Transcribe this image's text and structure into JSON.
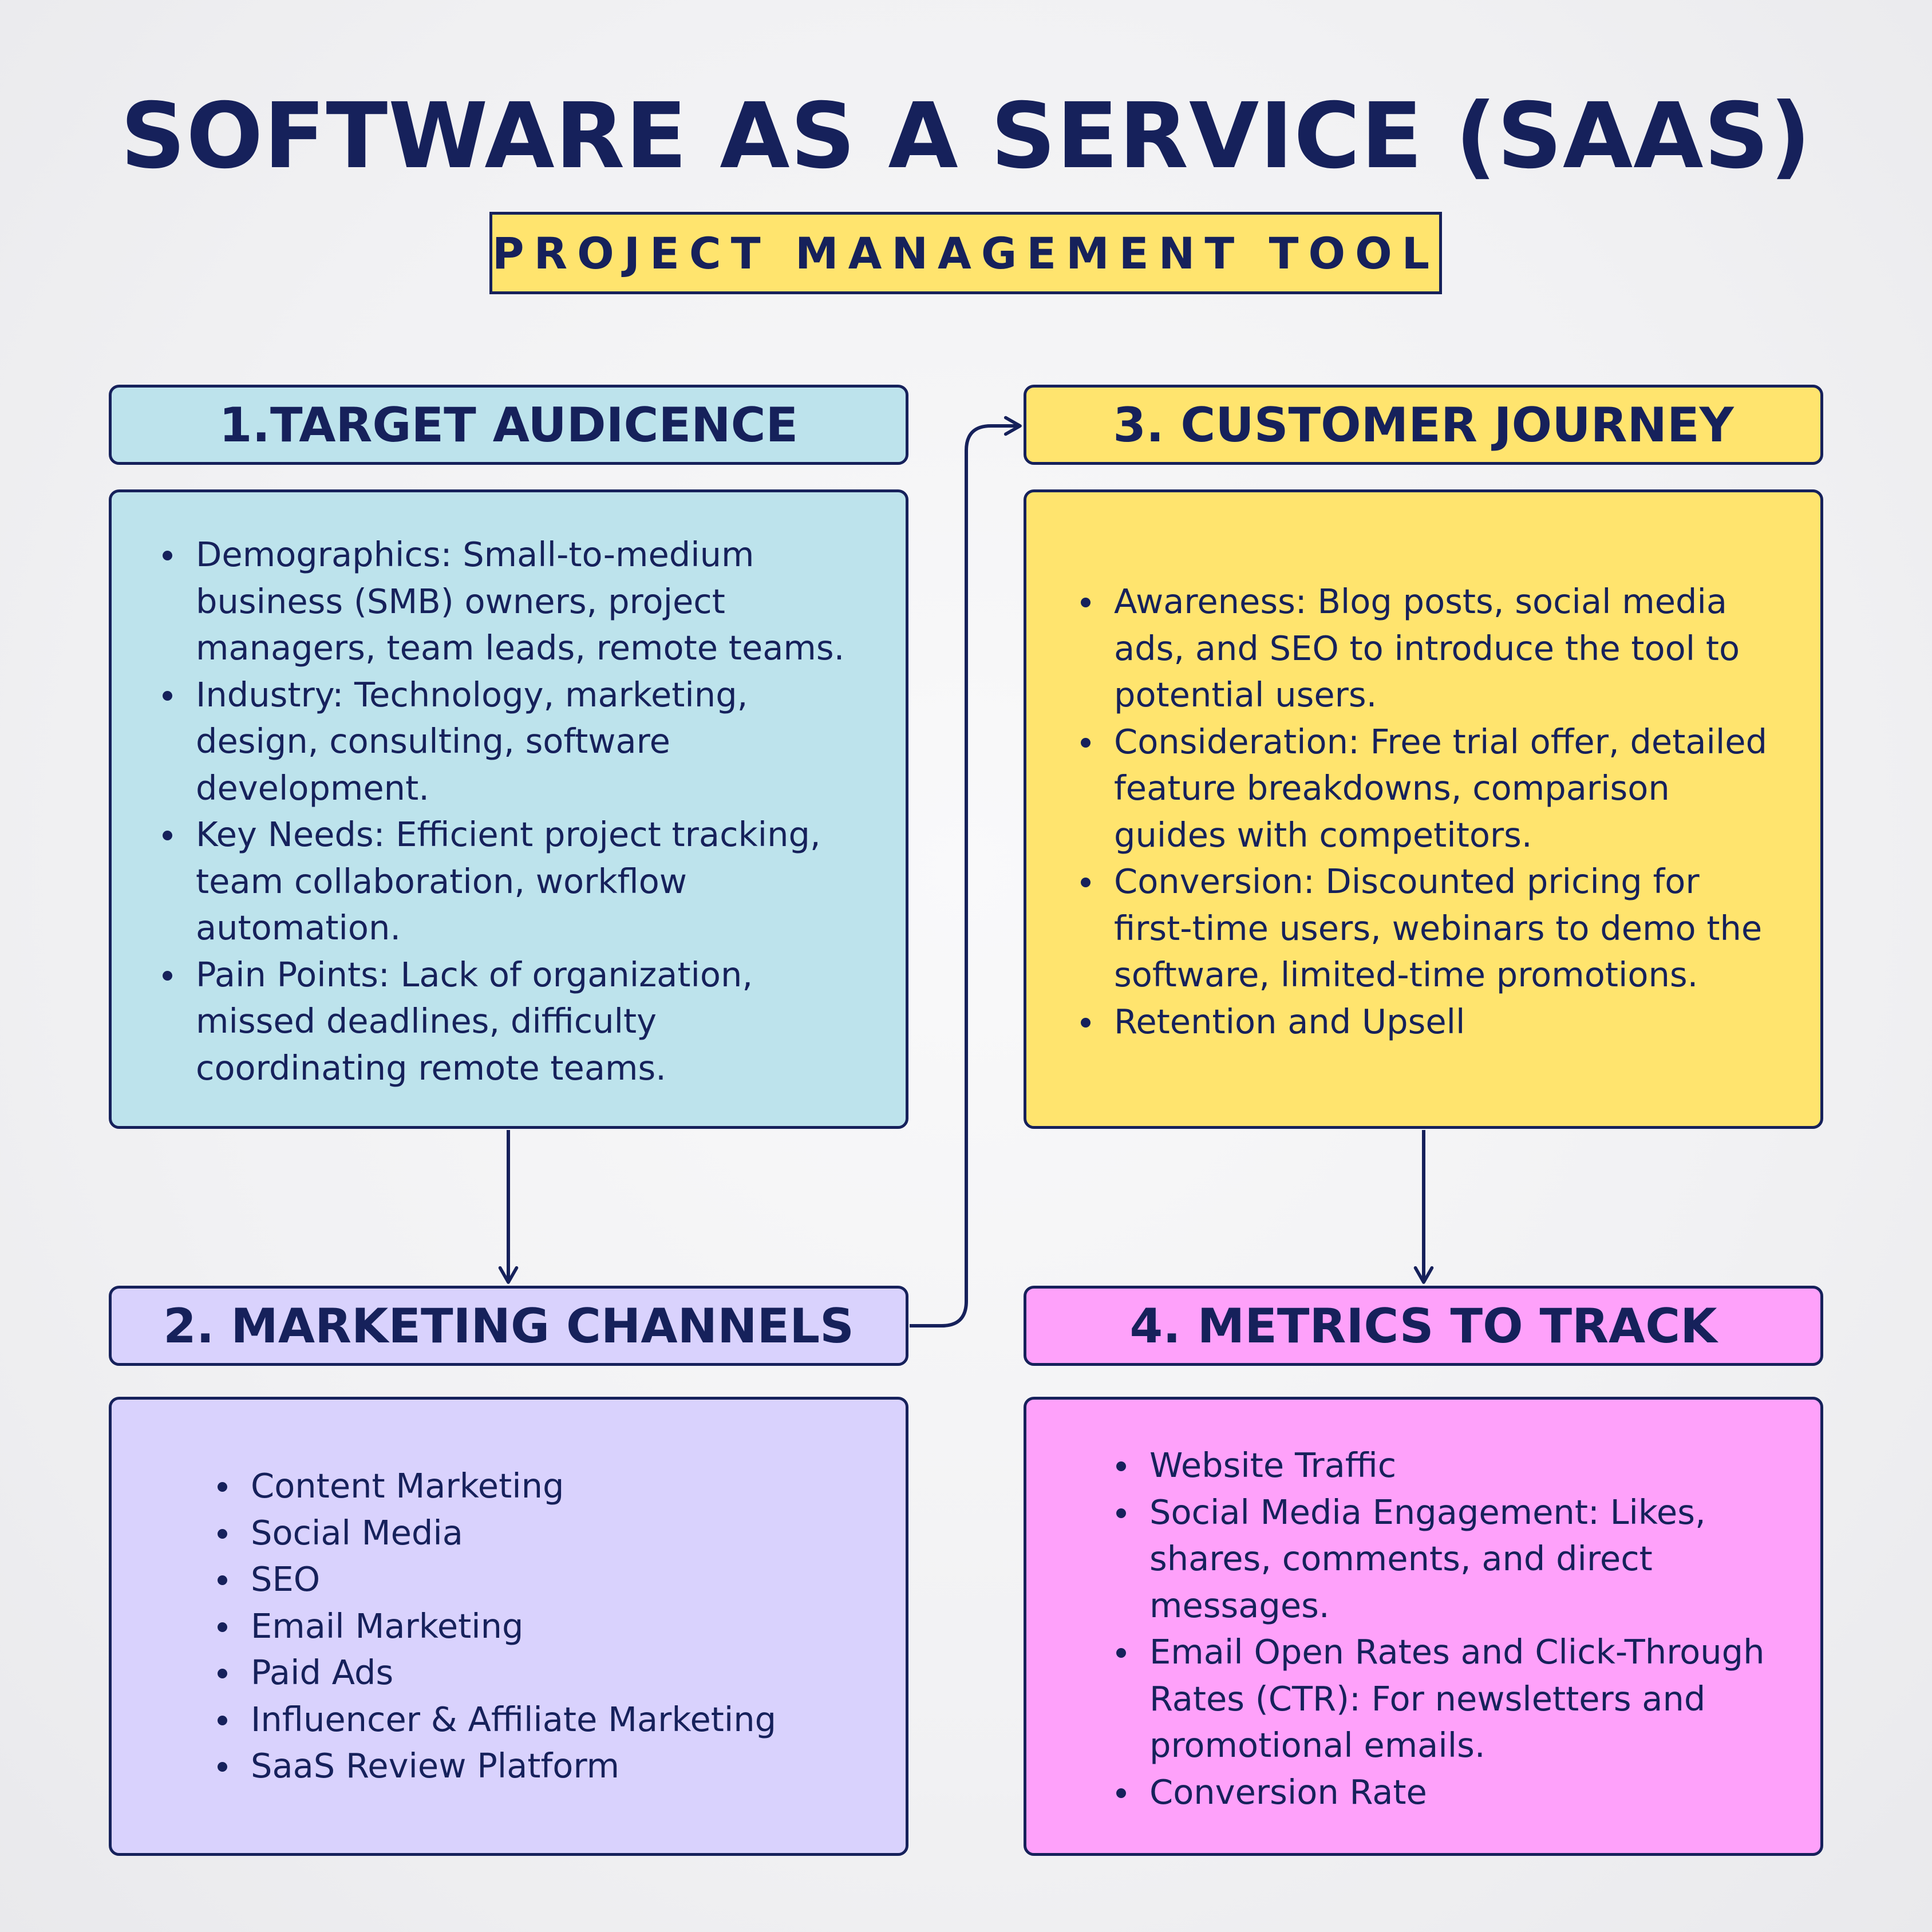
{
  "title": "SOFTWARE AS A SERVICE (SAAS)",
  "subtitle": "PROJECT MANAGEMENT TOOL",
  "colors": {
    "navy": "#16215b",
    "blue": "#bde3ec",
    "yellow": "#ffe46e",
    "lavender": "#d9d2fd",
    "pink": "#fea1fa"
  },
  "sections": {
    "target_audience": {
      "heading": "1.TARGET AUDICENCE",
      "items": [
        [
          "Demographics: Small-to-medium",
          "business (SMB) owners, project",
          "managers, team leads, remote teams."
        ],
        [
          "Industry: Technology, marketing,",
          "design, consulting, software",
          "development."
        ],
        [
          "Key Needs: Efficient project tracking,",
          "team collaboration, workflow",
          "automation."
        ],
        [
          "Pain Points: Lack of organization,",
          "missed deadlines, difficulty",
          "coordinating remote teams."
        ]
      ]
    },
    "marketing_channels": {
      "heading": "2. MARKETING CHANNELS",
      "items": [
        [
          "Content Marketing"
        ],
        [
          "Social Media"
        ],
        [
          "SEO"
        ],
        [
          "Email Marketing"
        ],
        [
          "Paid Ads"
        ],
        [
          "Influencer & Affiliate Marketing"
        ],
        [
          "SaaS Review Platform"
        ]
      ]
    },
    "customer_journey": {
      "heading": "3. CUSTOMER JOURNEY",
      "items": [
        [
          "Awareness: Blog posts, social media",
          "ads, and SEO to introduce the tool to",
          "potential users."
        ],
        [
          "Consideration: Free trial offer, detailed",
          "feature breakdowns, comparison",
          "guides with competitors."
        ],
        [
          "Conversion: Discounted pricing for",
          "first-time users, webinars to demo the",
          "software, limited-time promotions."
        ],
        [
          "Retention and Upsell"
        ]
      ]
    },
    "metrics": {
      "heading": "4. METRICS TO TRACK",
      "items": [
        [
          "Website Traffic"
        ],
        [
          "Social Media Engagement: Likes,",
          "shares, comments, and direct",
          "messages."
        ],
        [
          "Email Open Rates and Click-Through",
          "Rates (CTR): For newsletters and",
          "promotional emails."
        ],
        [
          "Conversion Rate"
        ]
      ]
    }
  }
}
